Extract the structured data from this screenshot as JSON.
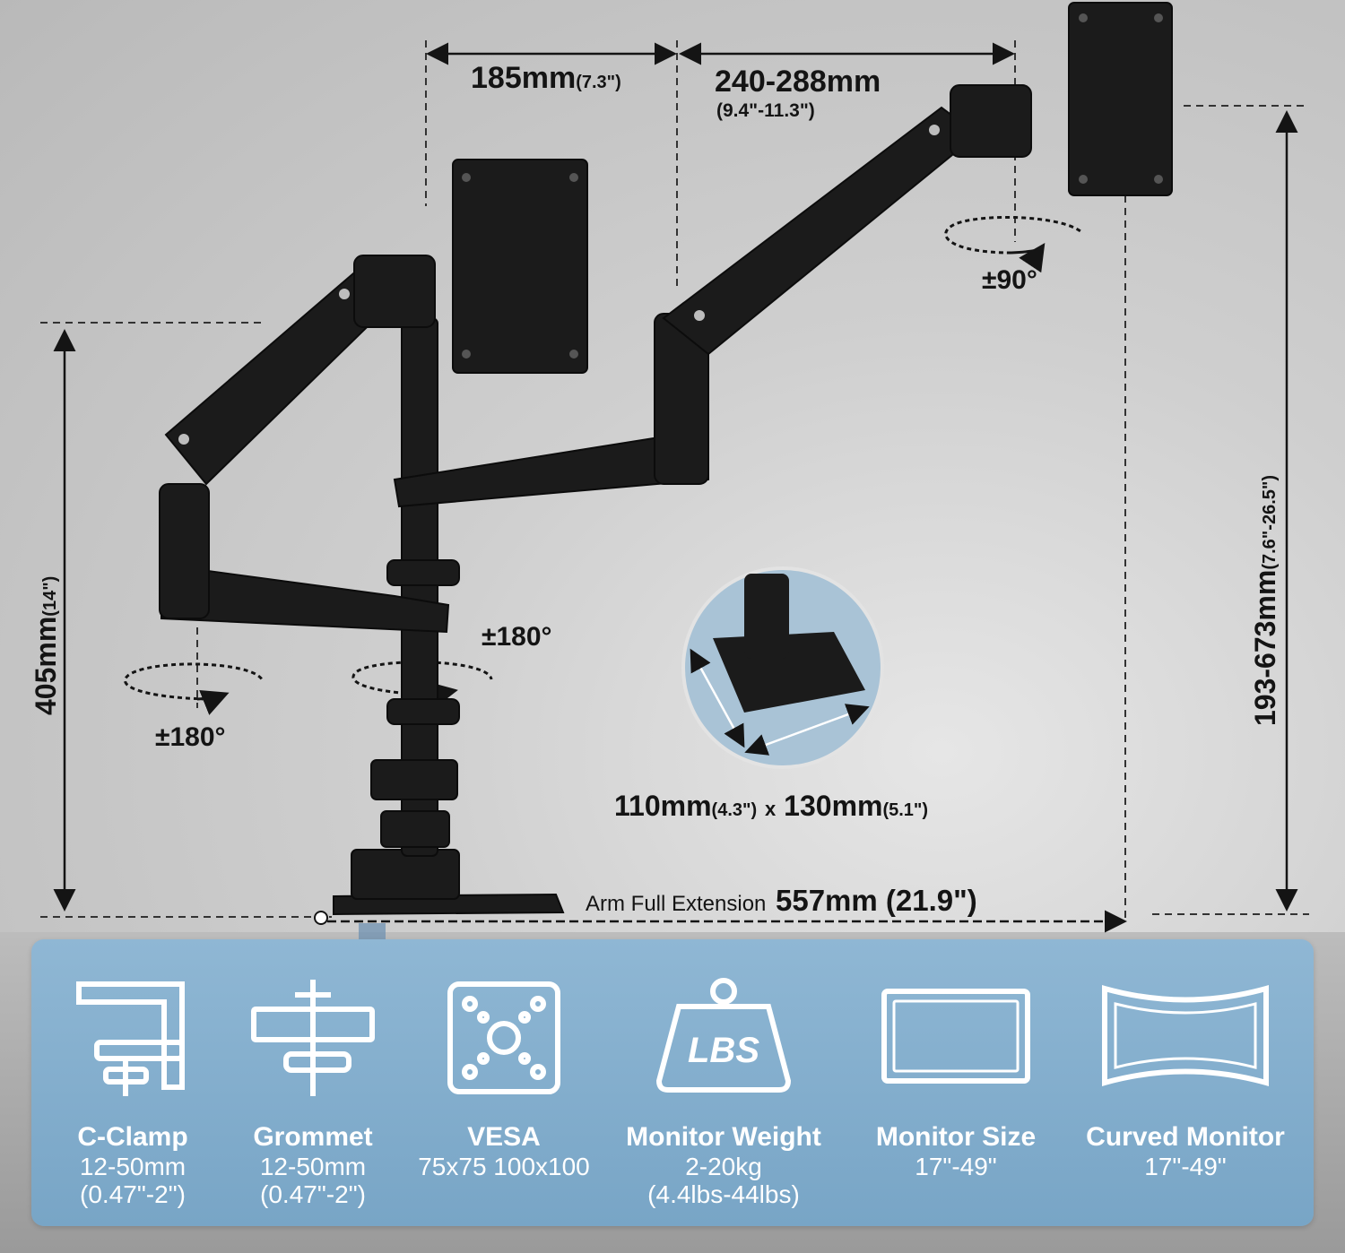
{
  "dimensions": {
    "arm_spacing": {
      "main": "185mm",
      "sub": "(7.3\")"
    },
    "arm_reach": {
      "main": "240-288mm",
      "sub": "(9.4\"-11.3\")"
    },
    "height_left": {
      "main": "405mm",
      "sub": "(14\")"
    },
    "height_right": {
      "main": "193-673mm",
      "sub": "(7.6\"-26.5\")"
    },
    "swivel_top": "±90°",
    "swivel_center": "±180°",
    "swivel_left": "±180°",
    "base_w_main": "110mm",
    "base_w_sub": "(4.3\")",
    "times": "x",
    "base_d_main": "130mm",
    "base_d_sub": "(5.1\")",
    "extension_label": "Arm Full Extension",
    "extension_value": "557mm (21.9\")"
  },
  "specs": [
    {
      "icon": "c-clamp-icon",
      "title": "C-Clamp",
      "line1": "12-50mm",
      "line2": "(0.47\"-2\")"
    },
    {
      "icon": "grommet-icon",
      "title": "Grommet",
      "line1": "12-50mm",
      "line2": "(0.47\"-2\")"
    },
    {
      "icon": "vesa-icon",
      "title": "VESA",
      "line1": "75x75 100x100",
      "line2": ""
    },
    {
      "icon": "weight-icon",
      "title": "Monitor Weight",
      "line1": "2-20kg",
      "line2": "(4.4lbs-44lbs)",
      "badge": "LBS"
    },
    {
      "icon": "monitor-icon",
      "title": "Monitor Size",
      "line1": "17\"-49\"",
      "line2": ""
    },
    {
      "icon": "curved-monitor-icon",
      "title": "Curved Monitor",
      "line1": "17\"-49\"",
      "line2": ""
    }
  ],
  "colors": {
    "panel": "#7eaacb",
    "product": "#1b1b1b",
    "text": "#141414"
  }
}
